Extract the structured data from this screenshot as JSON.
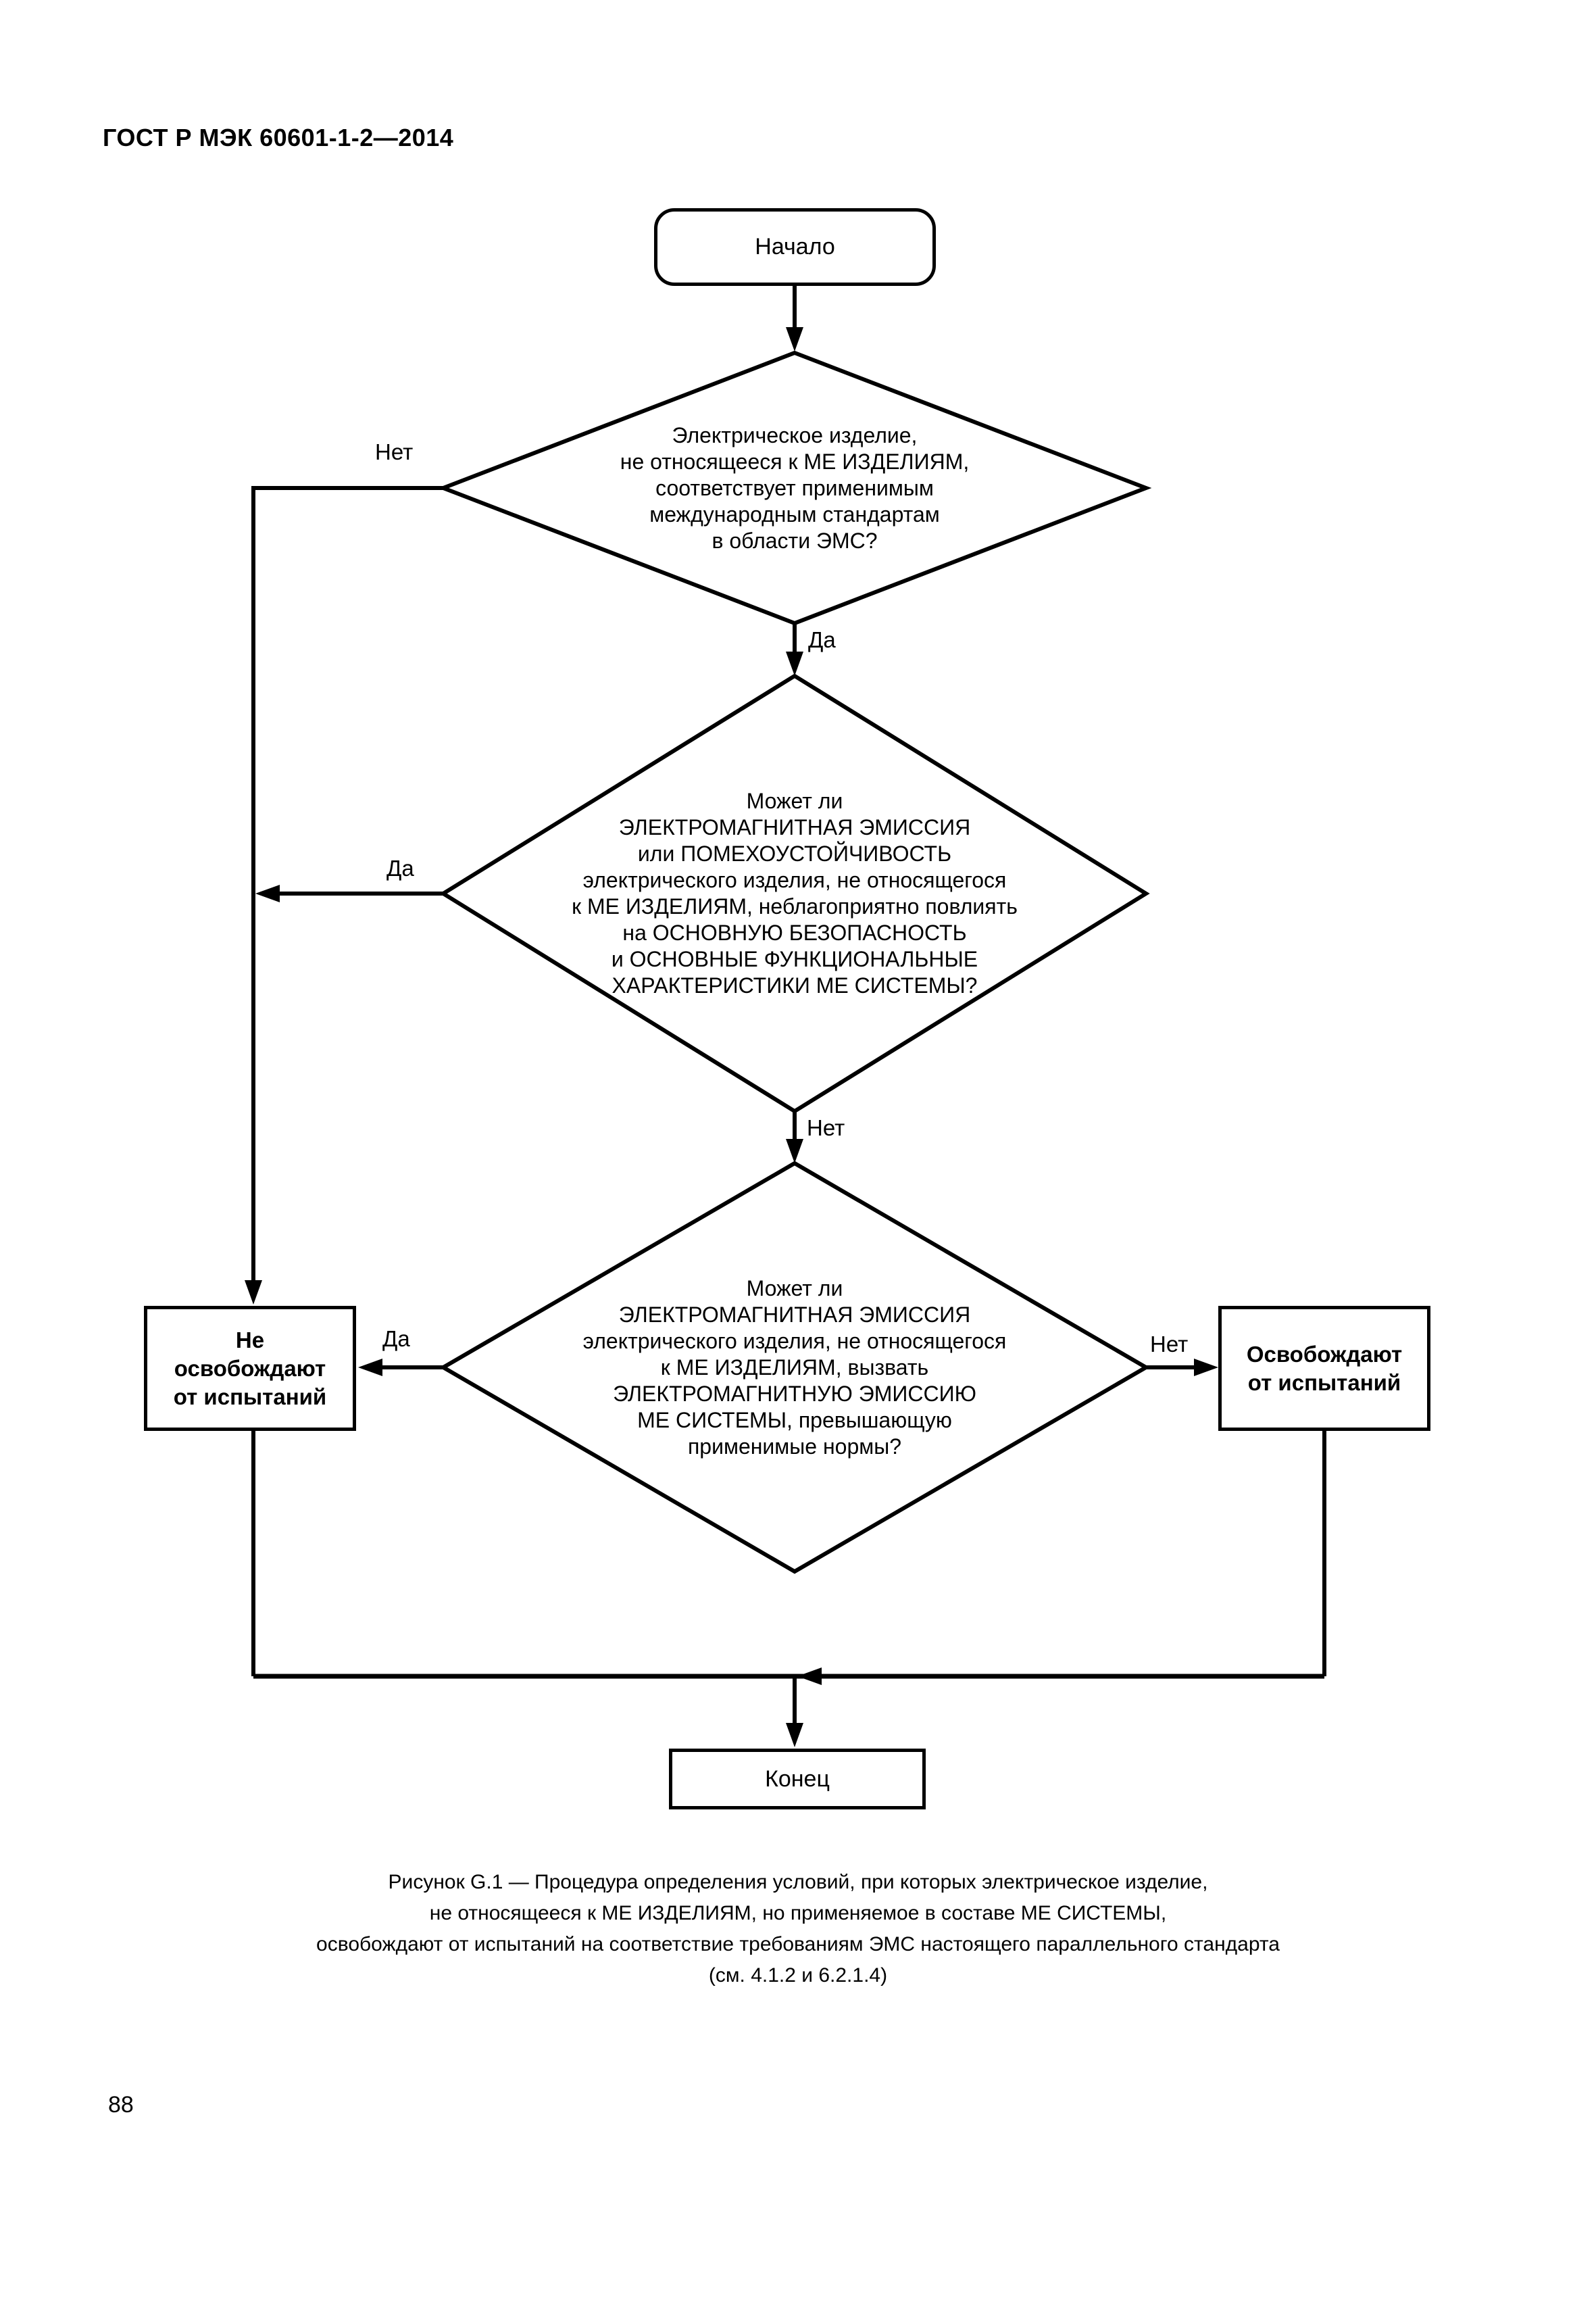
{
  "page": {
    "header": "ГОСТ Р МЭК 60601-1-2—2014",
    "page_number": "88"
  },
  "flowchart": {
    "start_label": "Начало",
    "end_label": "Конец",
    "decision1": {
      "lines": [
        "Электрическое изделие,",
        "не относящееся к МЕ ИЗДЕЛИЯМ,",
        "соответствует применимым",
        "международным стандартам",
        "в области ЭМС?"
      ]
    },
    "decision2": {
      "lines": [
        "Может ли",
        "ЭЛЕКТРОМАГНИТНАЯ ЭМИССИЯ",
        "или ПОМЕХОУСТОЙЧИВОСТЬ",
        "электрического изделия, не относящегося",
        "к МЕ ИЗДЕЛИЯМ, неблагоприятно повлиять",
        "на ОСНОВНУЮ БЕЗОПАСНОСТЬ",
        "и ОСНОВНЫЕ ФУНКЦИОНАЛЬНЫЕ",
        "ХАРАКТЕРИСТИКИ МЕ СИСТЕМЫ?"
      ]
    },
    "decision3": {
      "lines": [
        "Может ли",
        "ЭЛЕКТРОМАГНИТНАЯ ЭМИССИЯ",
        "электрического изделия, не относящегося",
        "к МЕ ИЗДЕЛИЯМ, вызвать",
        "ЭЛЕКТРОМАГНИТНУЮ ЭМИССИЮ",
        "МЕ СИСТЕМЫ, превышающую",
        "применимые нормы?"
      ]
    },
    "not_exempt": {
      "lines": [
        "Не",
        "освобождают",
        "от испытаний"
      ]
    },
    "exempt": {
      "lines": [
        "Освобождают",
        "от испытаний"
      ]
    },
    "labels": {
      "d1_no": "Нет",
      "d1_yes": "Да",
      "d2_yes": "Да",
      "d2_no": "Нет",
      "d3_yes": "Да",
      "d3_no": "Нет"
    }
  },
  "caption": {
    "lines": [
      "Рисунок G.1 — Процедура определения условий, при которых электрическое изделие,",
      "не относящееся к МЕ ИЗДЕЛИЯМ, но применяемое в составе МЕ СИСТЕМЫ,",
      "освобождают от испытаний на соответствие требованиям ЭМС настоящего параллельного стандарта",
      "(см. 4.1.2 и 6.2.1.4)"
    ]
  },
  "colors": {
    "ink": "#000000",
    "paper": "#ffffff"
  }
}
